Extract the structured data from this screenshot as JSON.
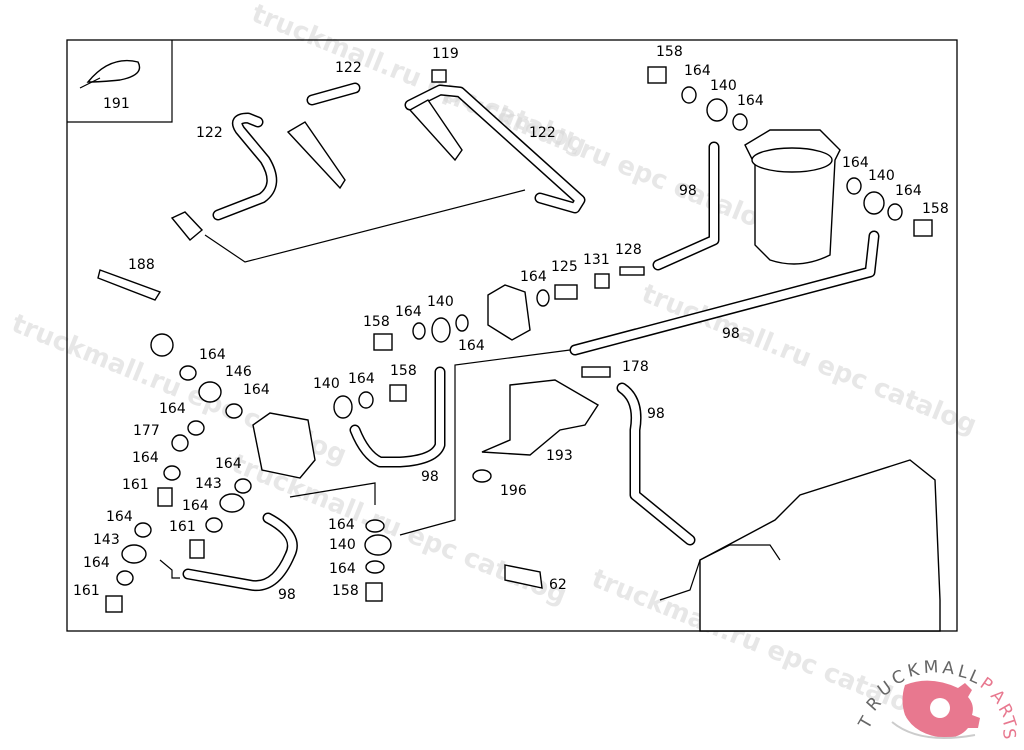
{
  "diagram": {
    "labels": [
      {
        "id": "inset",
        "text": "191"
      },
      {
        "text": "122"
      },
      {
        "text": "119"
      },
      {
        "text": "122"
      },
      {
        "text": "122"
      },
      {
        "text": "158"
      },
      {
        "text": "164"
      },
      {
        "text": "140"
      },
      {
        "text": "164"
      },
      {
        "text": "98"
      },
      {
        "text": "164"
      },
      {
        "text": "140"
      },
      {
        "text": "164"
      },
      {
        "text": "158"
      },
      {
        "text": "188"
      },
      {
        "text": "164"
      },
      {
        "text": "125"
      },
      {
        "text": "131"
      },
      {
        "text": "128"
      },
      {
        "text": "98"
      },
      {
        "text": "158"
      },
      {
        "text": "164"
      },
      {
        "text": "140"
      },
      {
        "text": "164"
      },
      {
        "text": "164"
      },
      {
        "text": "146"
      },
      {
        "text": "164"
      },
      {
        "text": "140"
      },
      {
        "text": "164"
      },
      {
        "text": "158"
      },
      {
        "text": "178"
      },
      {
        "text": "98"
      },
      {
        "text": "164"
      },
      {
        "text": "177"
      },
      {
        "text": "164"
      },
      {
        "text": "164"
      },
      {
        "text": "143"
      },
      {
        "text": "193"
      },
      {
        "text": "98"
      },
      {
        "text": "196"
      },
      {
        "text": "161"
      },
      {
        "text": "164"
      },
      {
        "text": "164"
      },
      {
        "text": "161"
      },
      {
        "text": "143"
      },
      {
        "text": "164"
      },
      {
        "text": "161"
      },
      {
        "text": "98"
      },
      {
        "text": "164"
      },
      {
        "text": "140"
      },
      {
        "text": "164"
      },
      {
        "text": "158"
      },
      {
        "text": "62"
      }
    ]
  },
  "watermark": "truckmall.ru epc catalog",
  "logo": {
    "text_main": "TRUCKMALL",
    "text_accent": "PARTS",
    "accent_color": "#e8788f"
  }
}
